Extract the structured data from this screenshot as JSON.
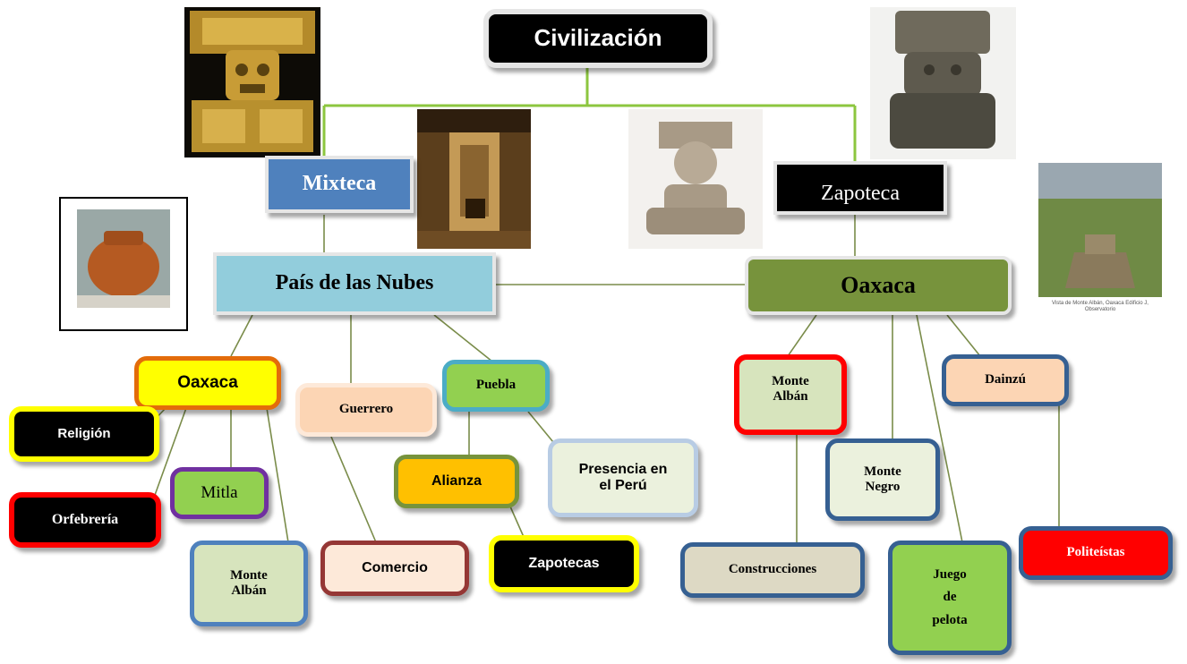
{
  "title": "Civilización",
  "nodes": {
    "mixteca": "Mixteca",
    "zapoteca": "Zapoteca",
    "pais_nubes": "País de las Nubes",
    "oaxaca_main": "Oaxaca",
    "oaxaca_left": "Oaxaca",
    "religion": "Religión",
    "orfebreria": "Orfebrería",
    "mitla": "Mitla",
    "monte_alban_left": "Monte Albán",
    "guerrero": "Guerrero",
    "comercio": "Comercio",
    "puebla": "Puebla",
    "alianza": "Alianza",
    "zapotecas": "Zapotecas",
    "presencia": "Presencia en el Perú",
    "monte_alban_right": "Monte Albán",
    "monte_negro": "Monte Negro",
    "construcciones": "Construcciones",
    "juego": "Juego de pelota",
    "dainzu": "Dainzú",
    "politeistas": "Politeístas"
  },
  "photo_caption": "Vista de Monte Albán, Oaxaca Edificio J, Observatorio",
  "colors": {
    "connector_green": "#8cc63f",
    "connector_olive": "#7a8c4a",
    "mixteca_fill": "#4f81bd",
    "pais_fill": "#92cddc",
    "oaxaca_fill": "#77933c",
    "black_fill": "#000000"
  }
}
